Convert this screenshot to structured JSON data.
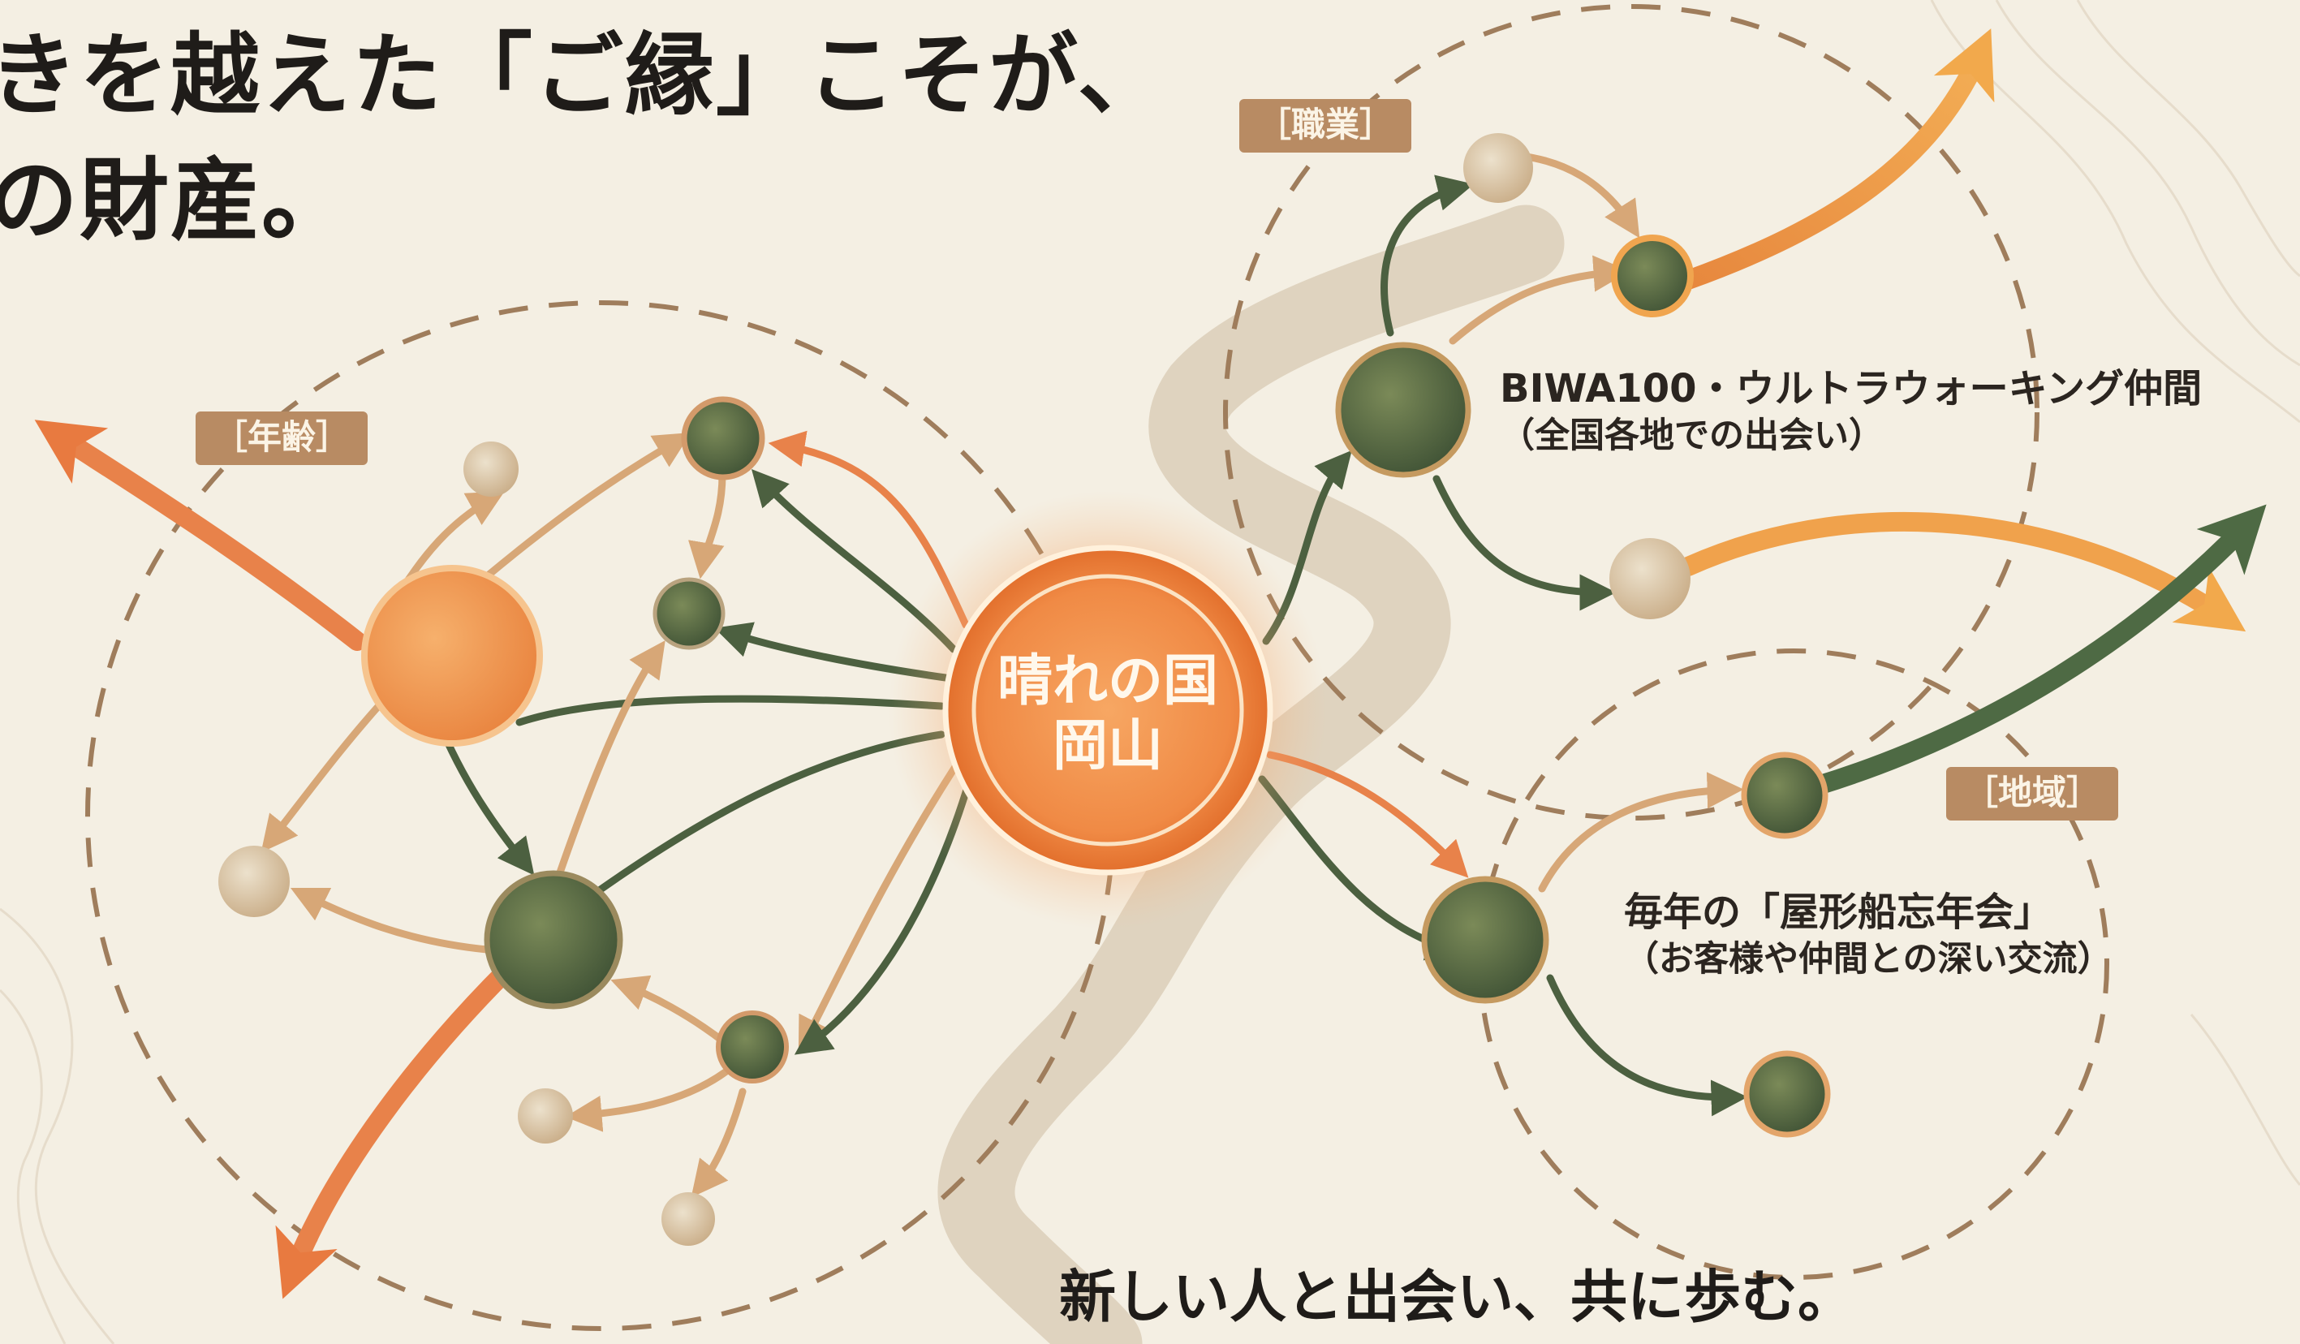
{
  "headline": {
    "line1": "きを越えた「ご縁」こそが、",
    "line2": "の財産。"
  },
  "center": {
    "line1": "晴れの国",
    "line2": "岡山"
  },
  "groups": {
    "age": "［年齢］",
    "job": "［職業］",
    "area": "［地域］"
  },
  "captions": {
    "biwa": {
      "title": "BIWA100・ウルトラウォーキング仲間",
      "sub": "（全国各地での出会い）"
    },
    "yakata": {
      "title": "毎年の「屋形船忘年会」",
      "sub": "（お客様や仲間との深い交流）"
    }
  },
  "footer": "新しい人と出会い、共に歩む。",
  "colors": {
    "background": "#f4efe3",
    "orange": "#ee8a44",
    "green": "#4c6040",
    "tan": "#c9a57f",
    "tag": "#b88b63",
    "dashed": "#9f7d5c",
    "path": "#dfd3bf"
  }
}
